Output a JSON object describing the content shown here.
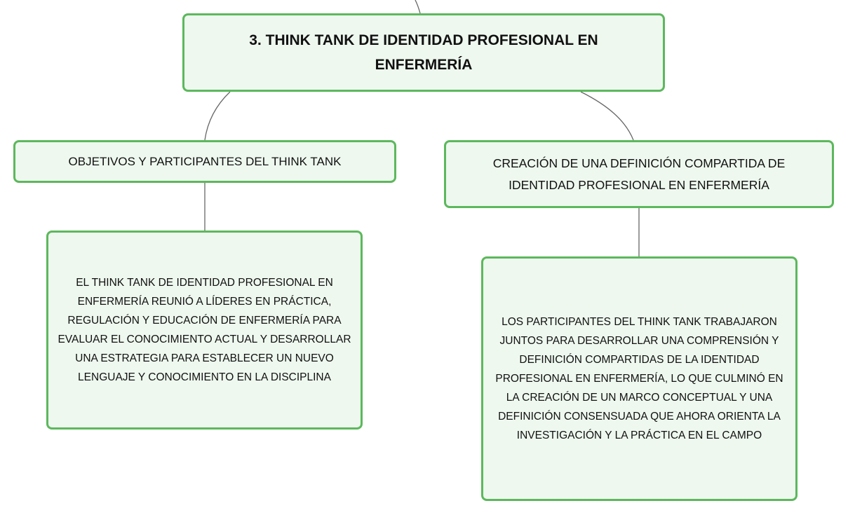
{
  "diagram": {
    "root": {
      "label": "3. THINK TANK DE IDENTIDAD PROFESIONAL EN ENFERMERÍA"
    },
    "objectives": {
      "label": "OBJETIVOS Y PARTICIPANTES DEL THINK TANK",
      "detail": "EL THINK TANK DE IDENTIDAD PROFESIONAL EN ENFERMERÍA REUNIÓ A LÍDERES EN PRÁCTICA, REGULACIÓN Y EDUCACIÓN DE ENFERMERÍA PARA EVALUAR EL CONOCIMIENTO ACTUAL Y DESARROLLAR UNA ESTRATEGIA PARA ESTABLECER UN NUEVO LENGUAJE Y CONOCIMIENTO EN LA DISCIPLINA"
    },
    "creation": {
      "label": "CREACIÓN DE UNA DEFINICIÓN COMPARTIDA DE IDENTIDAD PROFESIONAL EN ENFERMERÍA",
      "detail": "LOS PARTICIPANTES DEL THINK TANK TRABAJARON JUNTOS PARA DESARROLLAR UNA COMPRENSIÓN Y DEFINICIÓN COMPARTIDAS DE LA IDENTIDAD PROFESIONAL EN ENFERMERÍA, LO QUE CULMINÓ EN LA CREACIÓN DE UN MARCO CONCEPTUAL Y UNA DEFINICIÓN CONSENSUADA QUE AHORA ORIENTA LA INVESTIGACIÓN Y LA PRÁCTICA EN EL CAMPO"
    }
  },
  "colors": {
    "node_border": "#5cb85c",
    "node_fill": "#eef8ef",
    "connector": "#666666",
    "text": "#111111"
  }
}
